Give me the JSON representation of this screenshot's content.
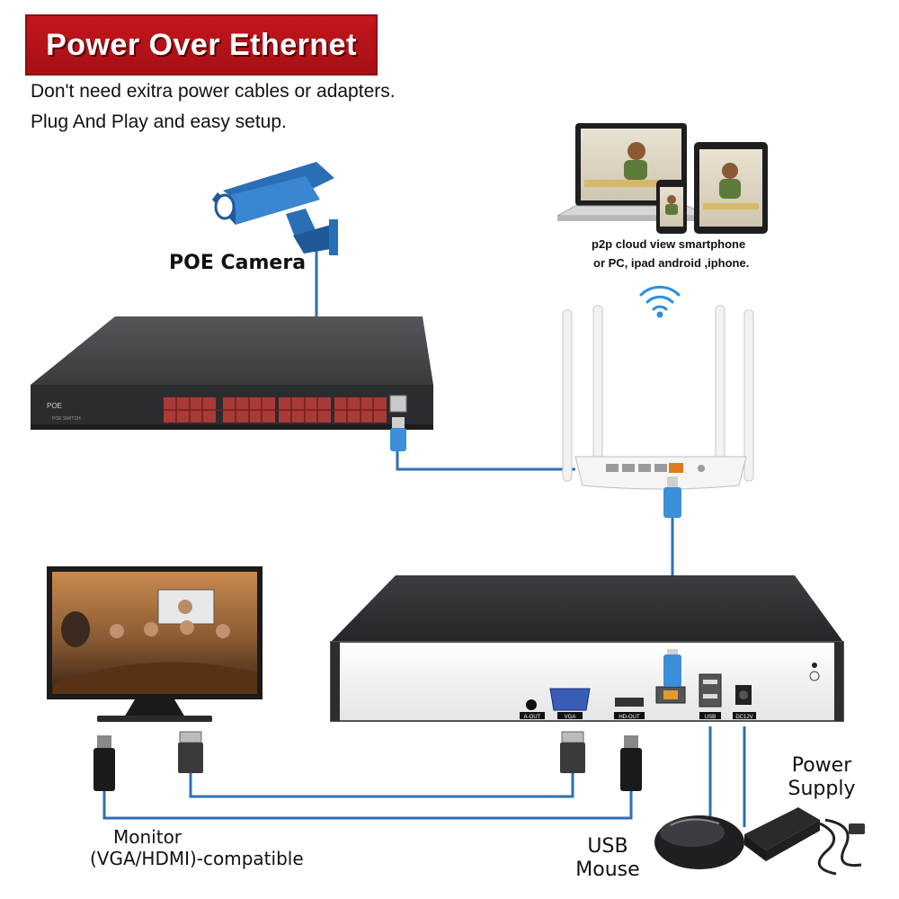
{
  "banner": {
    "title": "Power Over Ethernet",
    "color": "#c4161c"
  },
  "tagline": {
    "line1": "Don't need exitra power cables or adapters.",
    "line2": "Plug And Play and easy setup."
  },
  "labels": {
    "poe_camera": "POE Camera",
    "cloud_line1": "p2p cloud  view smartphone",
    "cloud_line2": "or PC, ipad android ,iphone.",
    "monitor_line1": "Monitor",
    "monitor_line2": "(VGA/HDMI)-compatible",
    "usb_line1": "USB",
    "usb_line2": "Mouse",
    "power_line1": "Power",
    "power_line2": "Supply"
  },
  "switch": {
    "brand": "POE",
    "model": "POE SWITCH"
  },
  "nvr_ports": {
    "aout": "A-OUT",
    "vga": "VGA",
    "hdout": "HD-OUT",
    "usb": "USB",
    "dc": "DC12V"
  },
  "colors": {
    "cable": "#2f6fb3",
    "connector": "#3c8fd8",
    "port_red": "#a93a38",
    "device_dark": "#2d2d30"
  },
  "icons": [
    "camera-icon",
    "wifi-icon",
    "laptop-icon",
    "tablet-icon",
    "smartphone-icon",
    "router-icon",
    "mouse-icon",
    "power-adapter-icon"
  ]
}
